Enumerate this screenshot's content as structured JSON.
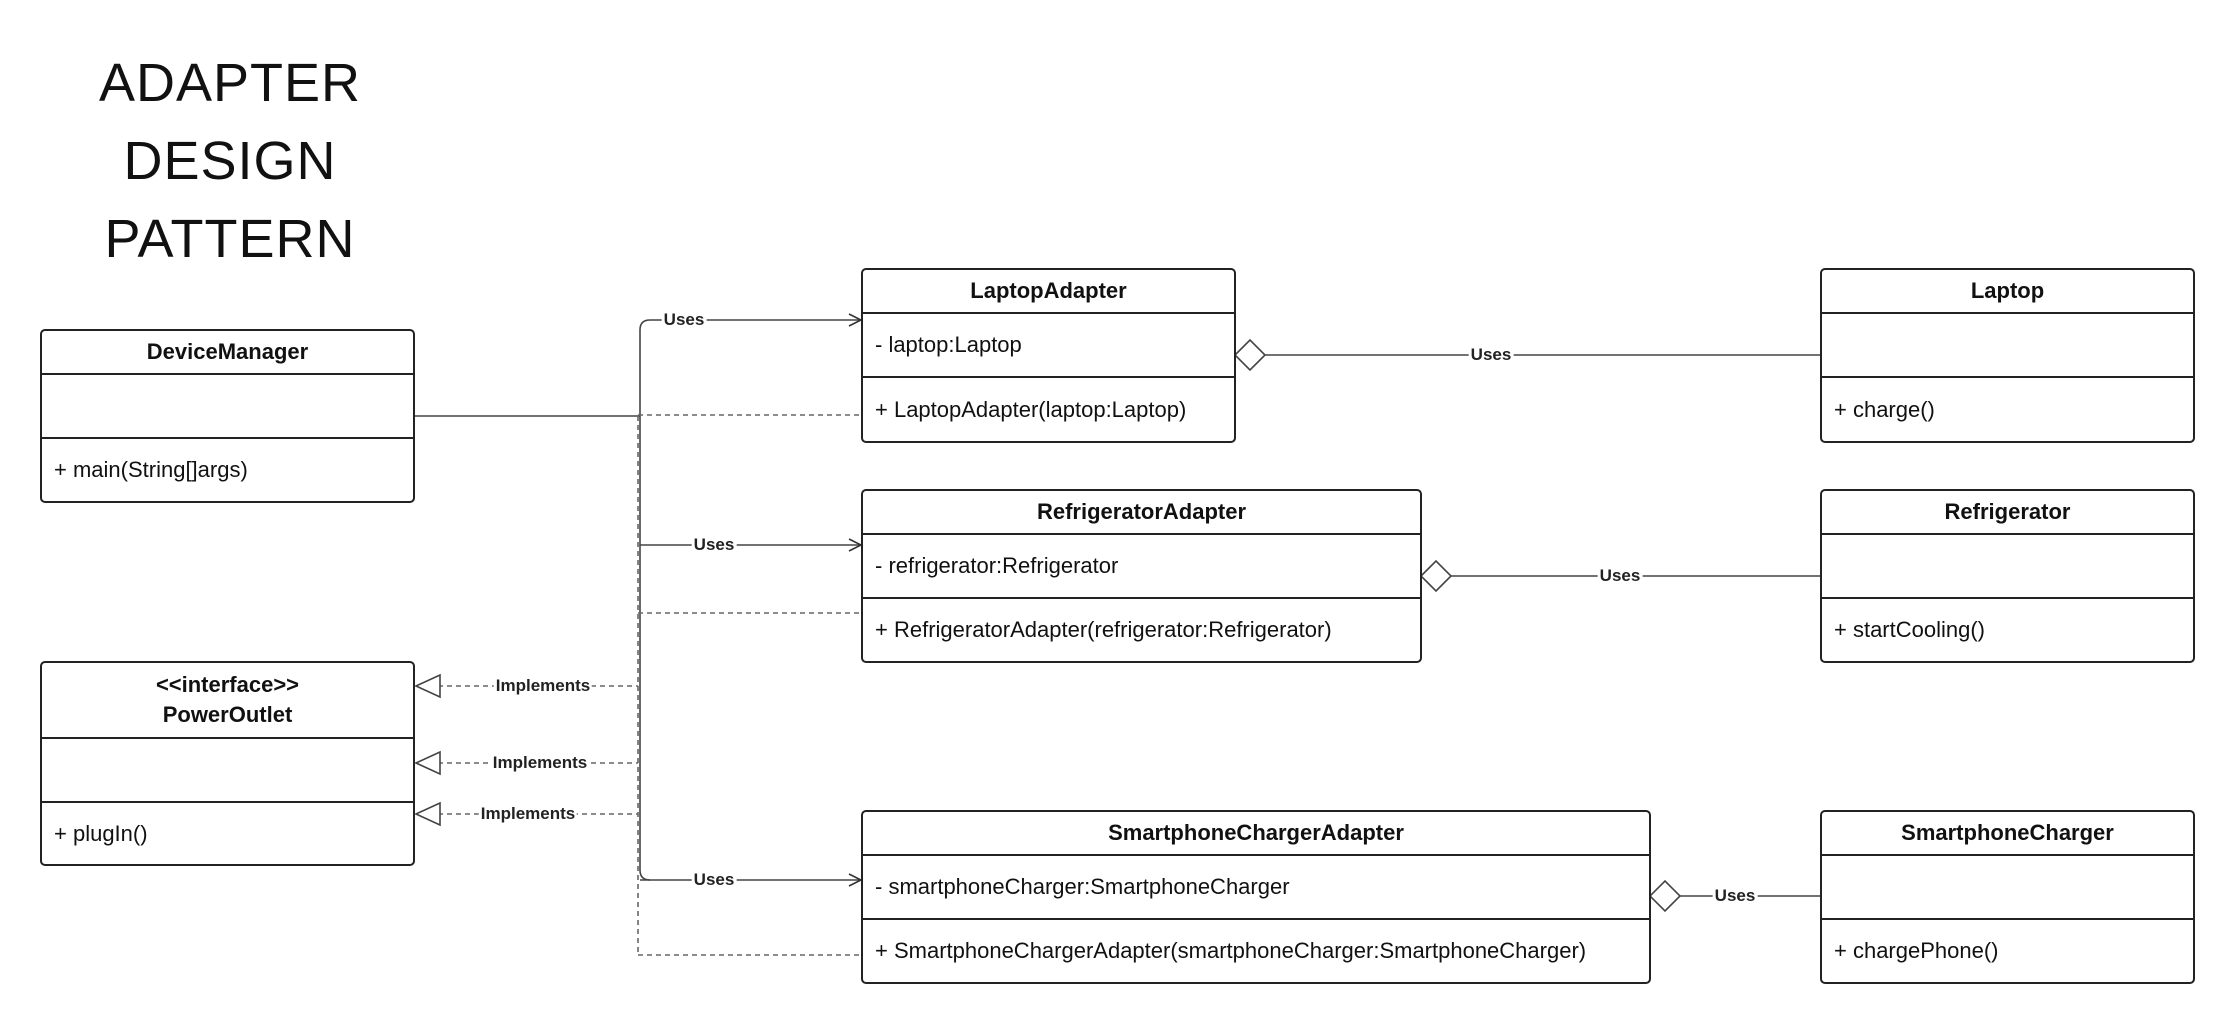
{
  "title": [
    "ADAPTER",
    "DESIGN",
    "PATTERN"
  ],
  "classes": {
    "device_manager": {
      "name": "DeviceManager",
      "attributes": "",
      "operations": "+ main(String[]args)"
    },
    "power_outlet": {
      "stereotype": "<<interface>>",
      "name": "PowerOutlet",
      "attributes": "",
      "operations": "+ plugIn()"
    },
    "laptop_adapter": {
      "name": "LaptopAdapter",
      "attributes": "- laptop:Laptop",
      "operations": "+ LaptopAdapter(laptop:Laptop)"
    },
    "refrigerator_adapter": {
      "name": "RefrigeratorAdapter",
      "attributes": "- refrigerator:Refrigerator",
      "operations": "+ RefrigeratorAdapter(refrigerator:Refrigerator)"
    },
    "smartphone_charger_adapter": {
      "name": "SmartphoneChargerAdapter",
      "attributes": "- smartphoneCharger:SmartphoneCharger",
      "operations": "+ SmartphoneChargerAdapter(smartphoneCharger:SmartphoneCharger)"
    },
    "laptop": {
      "name": "Laptop",
      "attributes": "",
      "operations": "+ charge()"
    },
    "refrigerator": {
      "name": "Refrigerator",
      "attributes": "",
      "operations": "+ startCooling()"
    },
    "smartphone_charger": {
      "name": "SmartphoneCharger",
      "attributes": "",
      "operations": "+ chargePhone()"
    }
  },
  "relations": {
    "uses_laptop_adapter": "Uses",
    "uses_refrigerator_adapter": "Uses",
    "uses_smartphone_charger_adapter": "Uses",
    "implements_1": "Implements",
    "implements_2": "Implements",
    "implements_3": "Implements",
    "uses_laptop": "Uses",
    "uses_refrigerator": "Uses",
    "uses_smartphone_charger": "Uses"
  }
}
